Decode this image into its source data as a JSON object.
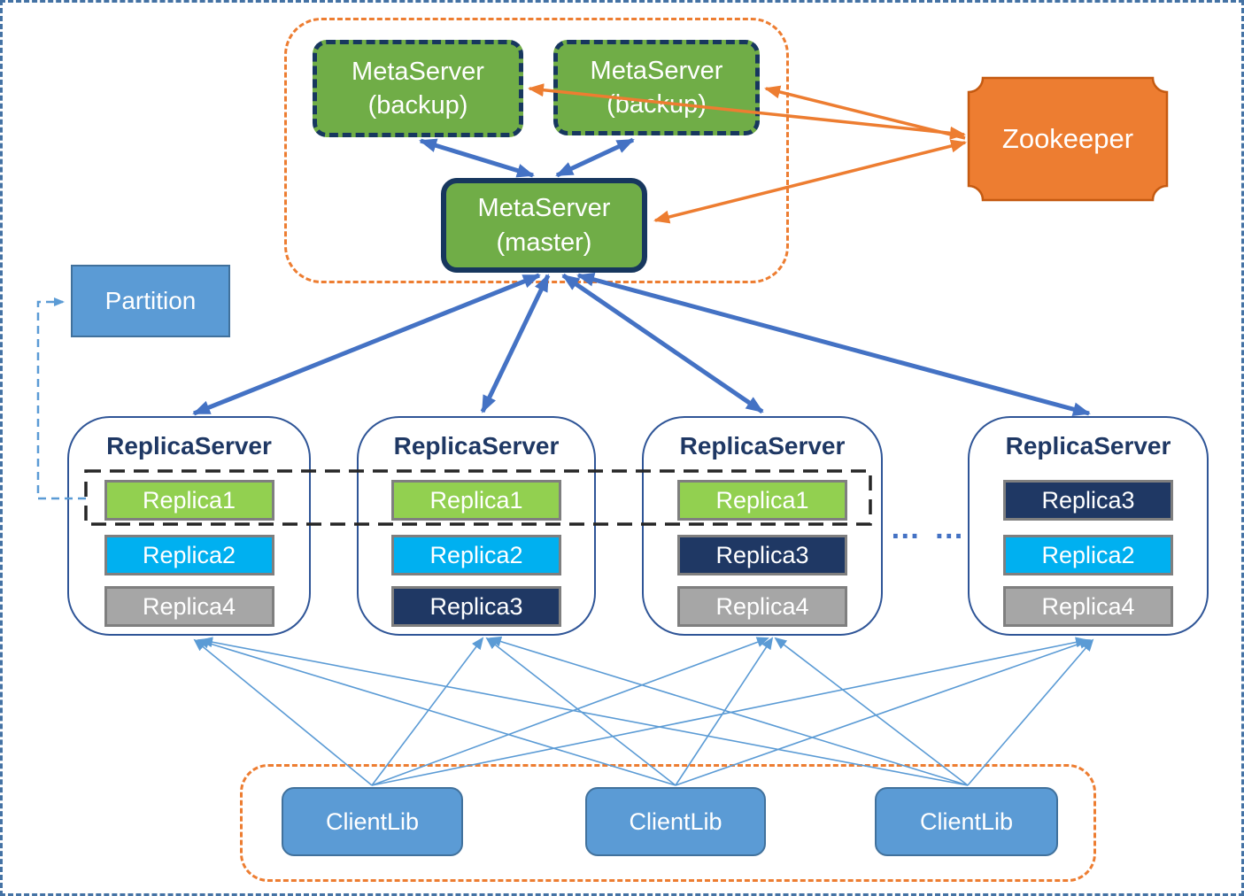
{
  "colors": {
    "accent_blue": "#4472c4",
    "light_blue": "#5b9bd5",
    "metaserver_green": "#70ad47",
    "replica_green": "#92d050",
    "replica_cyan": "#00b0f0",
    "replica_navy": "#1f3864",
    "replica_gray": "#a6a6a6",
    "orange": "#ed7d31",
    "navy_border": "#17375e"
  },
  "meta_cluster": {
    "backups": [
      {
        "name": "MetaServer",
        "role": "(backup)"
      },
      {
        "name": "MetaServer",
        "role": "(backup)"
      }
    ],
    "master": {
      "name": "MetaServer",
      "role": "(master)"
    }
  },
  "zookeeper": {
    "label": "Zookeeper"
  },
  "partition": {
    "label": "Partition"
  },
  "replica_servers": [
    {
      "title": "ReplicaServer",
      "replicas": [
        {
          "label": "Replica1"
        },
        {
          "label": "Replica2"
        },
        {
          "label": "Replica4"
        }
      ]
    },
    {
      "title": "ReplicaServer",
      "replicas": [
        {
          "label": "Replica1"
        },
        {
          "label": "Replica2"
        },
        {
          "label": "Replica3"
        }
      ]
    },
    {
      "title": "ReplicaServer",
      "replicas": [
        {
          "label": "Replica1"
        },
        {
          "label": "Replica3"
        },
        {
          "label": "Replica4"
        }
      ]
    },
    {
      "title": "ReplicaServer",
      "replicas": [
        {
          "label": "Replica3"
        },
        {
          "label": "Replica2"
        },
        {
          "label": "Replica4"
        }
      ]
    }
  ],
  "ellipsis": "… …",
  "client_libs": [
    {
      "label": "ClientLib"
    },
    {
      "label": "ClientLib"
    },
    {
      "label": "ClientLib"
    }
  ]
}
